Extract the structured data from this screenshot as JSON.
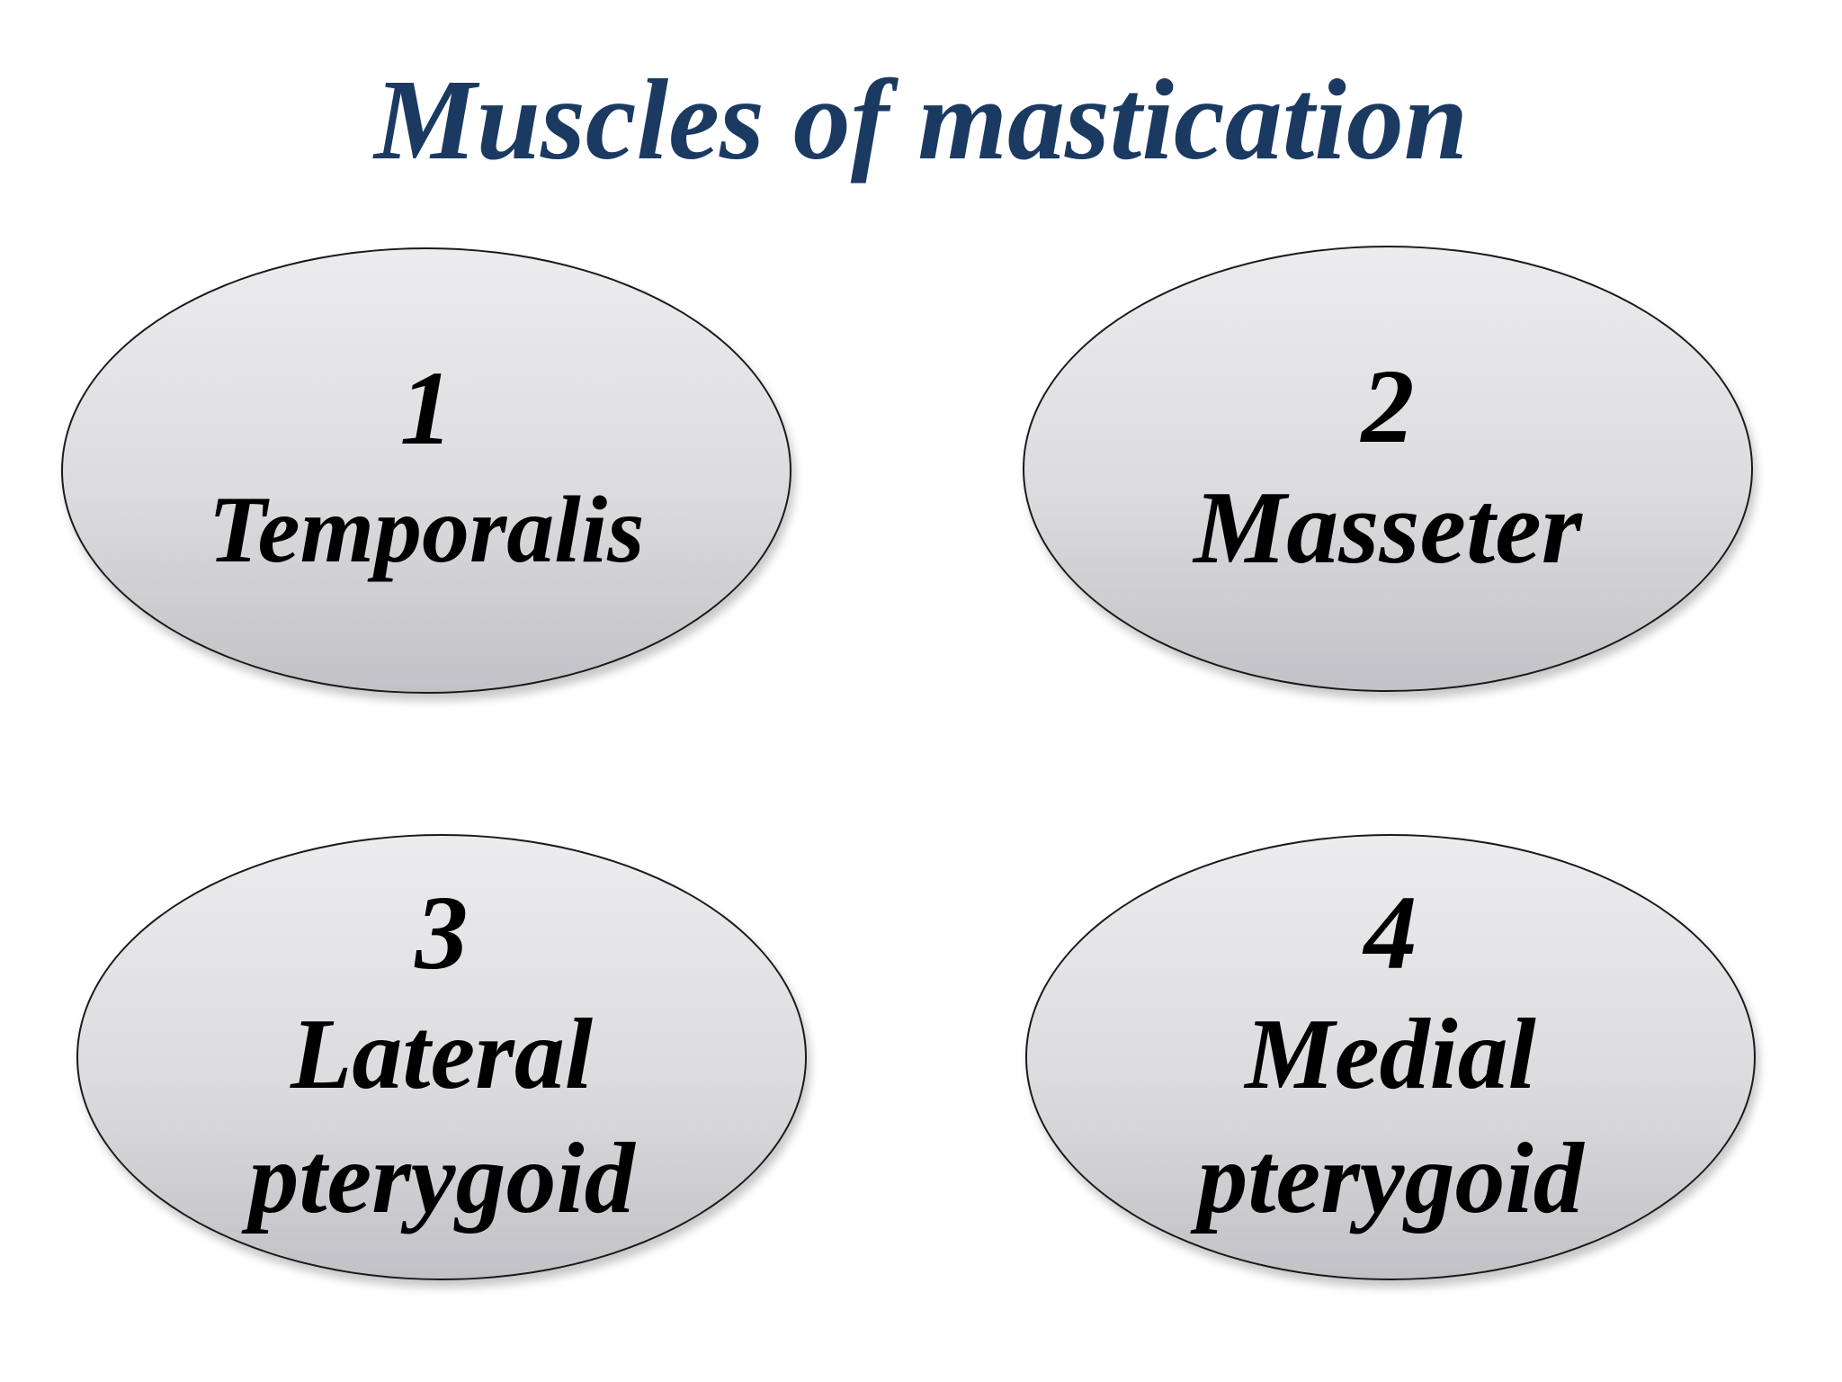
{
  "title": "Muscles of mastication",
  "colors": {
    "title": "#1b3a62",
    "text": "#000000",
    "ellipse_fill_top": "#ececee",
    "ellipse_fill_bottom": "#c2c2c6",
    "ellipse_border": "#1a1a1a"
  },
  "muscles": [
    {
      "number": "1",
      "name": "Temporalis"
    },
    {
      "number": "2",
      "name": "Masseter"
    },
    {
      "number": "3",
      "name": "Lateral\npterygoid"
    },
    {
      "number": "4",
      "name": "Medial\npterygoid"
    }
  ]
}
